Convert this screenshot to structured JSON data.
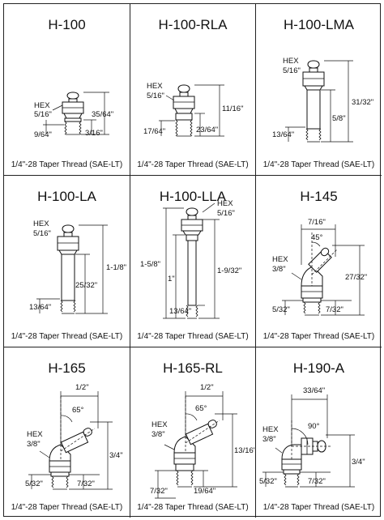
{
  "cells": [
    {
      "title": "H-100",
      "thread": "1/4\"-28 Taper Thread (SAE-LT)",
      "labels": {
        "hex": "HEX",
        "hex_size": "5/16\"",
        "height": "35/64\"",
        "shank": "3/16\"",
        "thread_len": "9/64\""
      }
    },
    {
      "title": "H-100-RLA",
      "thread": "1/4\"-28 Taper Thread (SAE-LT)",
      "labels": {
        "hex": "HEX",
        "hex_size": "5/16\"",
        "height": "11/16\"",
        "shank": "23/64\"",
        "thread_len": "17/64\""
      }
    },
    {
      "title": "H-100-LMA",
      "thread": "1/4\"-28 Taper Thread (SAE-LT)",
      "labels": {
        "hex": "HEX",
        "hex_size": "5/16\"",
        "height": "31/32\"",
        "shank": "5/8\"",
        "thread_len": "13/64\""
      }
    },
    {
      "title": "H-100-LA",
      "thread": "1/4\"-28 Taper Thread (SAE-LT)",
      "labels": {
        "hex": "HEX",
        "hex_size": "5/16\"",
        "height": "1-1/8\"",
        "shank": "25/32\"",
        "thread_len": "13/64\""
      }
    },
    {
      "title": "H-100-LLA",
      "thread": "1/4\"-28 Taper Thread (SAE-LT)",
      "labels": {
        "hex": "HEX",
        "hex_size": "5/16\"",
        "overall": "1-5/8\"",
        "lower": "1\"",
        "height": "1-9/32\"",
        "thread_len": "13/64\""
      }
    },
    {
      "title": "H-145",
      "thread": "1/4\"-28 Taper Thread (SAE-LT)",
      "labels": {
        "width": "7/16\"",
        "angle": "45°",
        "hex": "HEX",
        "hex_size": "3/8\"",
        "height": "27/32\"",
        "thread_len": "5/32\"",
        "thread_width": "7/32\""
      }
    },
    {
      "title": "H-165",
      "thread": "1/4\"-28 Taper Thread (SAE-LT)",
      "labels": {
        "width": "1/2\"",
        "angle": "65°",
        "hex": "HEX",
        "hex_size": "3/8\"",
        "height": "3/4\"",
        "thread_len": "5/32\"",
        "thread_width": "7/32\""
      }
    },
    {
      "title": "H-165-RL",
      "thread": "1/4\"-28 Taper Thread (SAE-LT)",
      "labels": {
        "width": "1/2\"",
        "angle": "65°",
        "hex": "HEX",
        "hex_size": "3/8\"",
        "height": "13/16\"",
        "thread_len": "7/32\"",
        "thread_width": "19/64\""
      }
    },
    {
      "title": "H-190-A",
      "thread": "1/4\"-28 Taper Thread (SAE-LT)",
      "labels": {
        "width": "33/64\"",
        "angle": "90°",
        "hex": "HEX",
        "hex_size": "3/8\"",
        "height": "3/4\"",
        "thread_len": "5/32\"",
        "thread_width": "7/32\""
      }
    }
  ]
}
